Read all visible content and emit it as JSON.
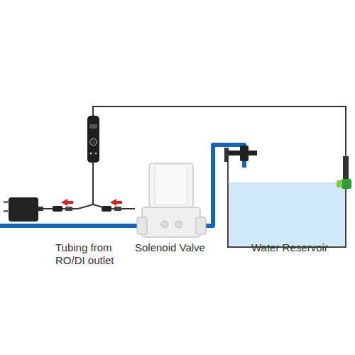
{
  "diagram": {
    "labels": [
      "Tubing from RO/DI outlet",
      "Solenoid Valve",
      "Water Reservoir"
    ]
  }
}
